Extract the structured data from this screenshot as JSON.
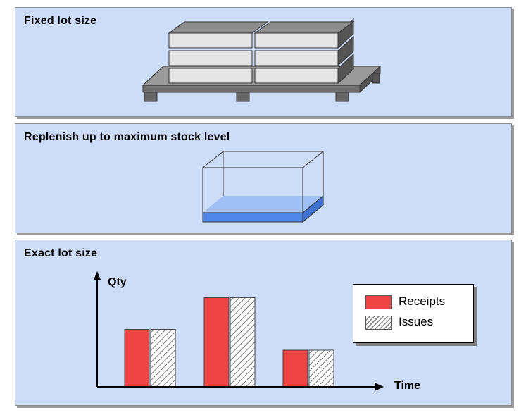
{
  "panels": {
    "fixed": {
      "title": "Fixed lot size"
    },
    "replenish": {
      "title": "Replenish up to maximum stock level"
    },
    "exact": {
      "title": "Exact lot size"
    }
  },
  "chart_data": {
    "type": "bar",
    "title": "",
    "xlabel": "Time",
    "ylabel": "Qty",
    "categories": [
      "",
      "",
      ""
    ],
    "series": [
      {
        "name": "Receipts",
        "values": [
          47,
          73,
          30
        ],
        "color": "#ee4444"
      },
      {
        "name": "Issues",
        "values": [
          47,
          73,
          30
        ],
        "pattern": "hatched"
      }
    ],
    "ylim": [
      0,
      90
    ],
    "legend": "right",
    "grid": false
  },
  "colors": {
    "panel_bg": "#cddcf8",
    "receipts": "#ee4444",
    "liquid": "#4f86e8"
  }
}
